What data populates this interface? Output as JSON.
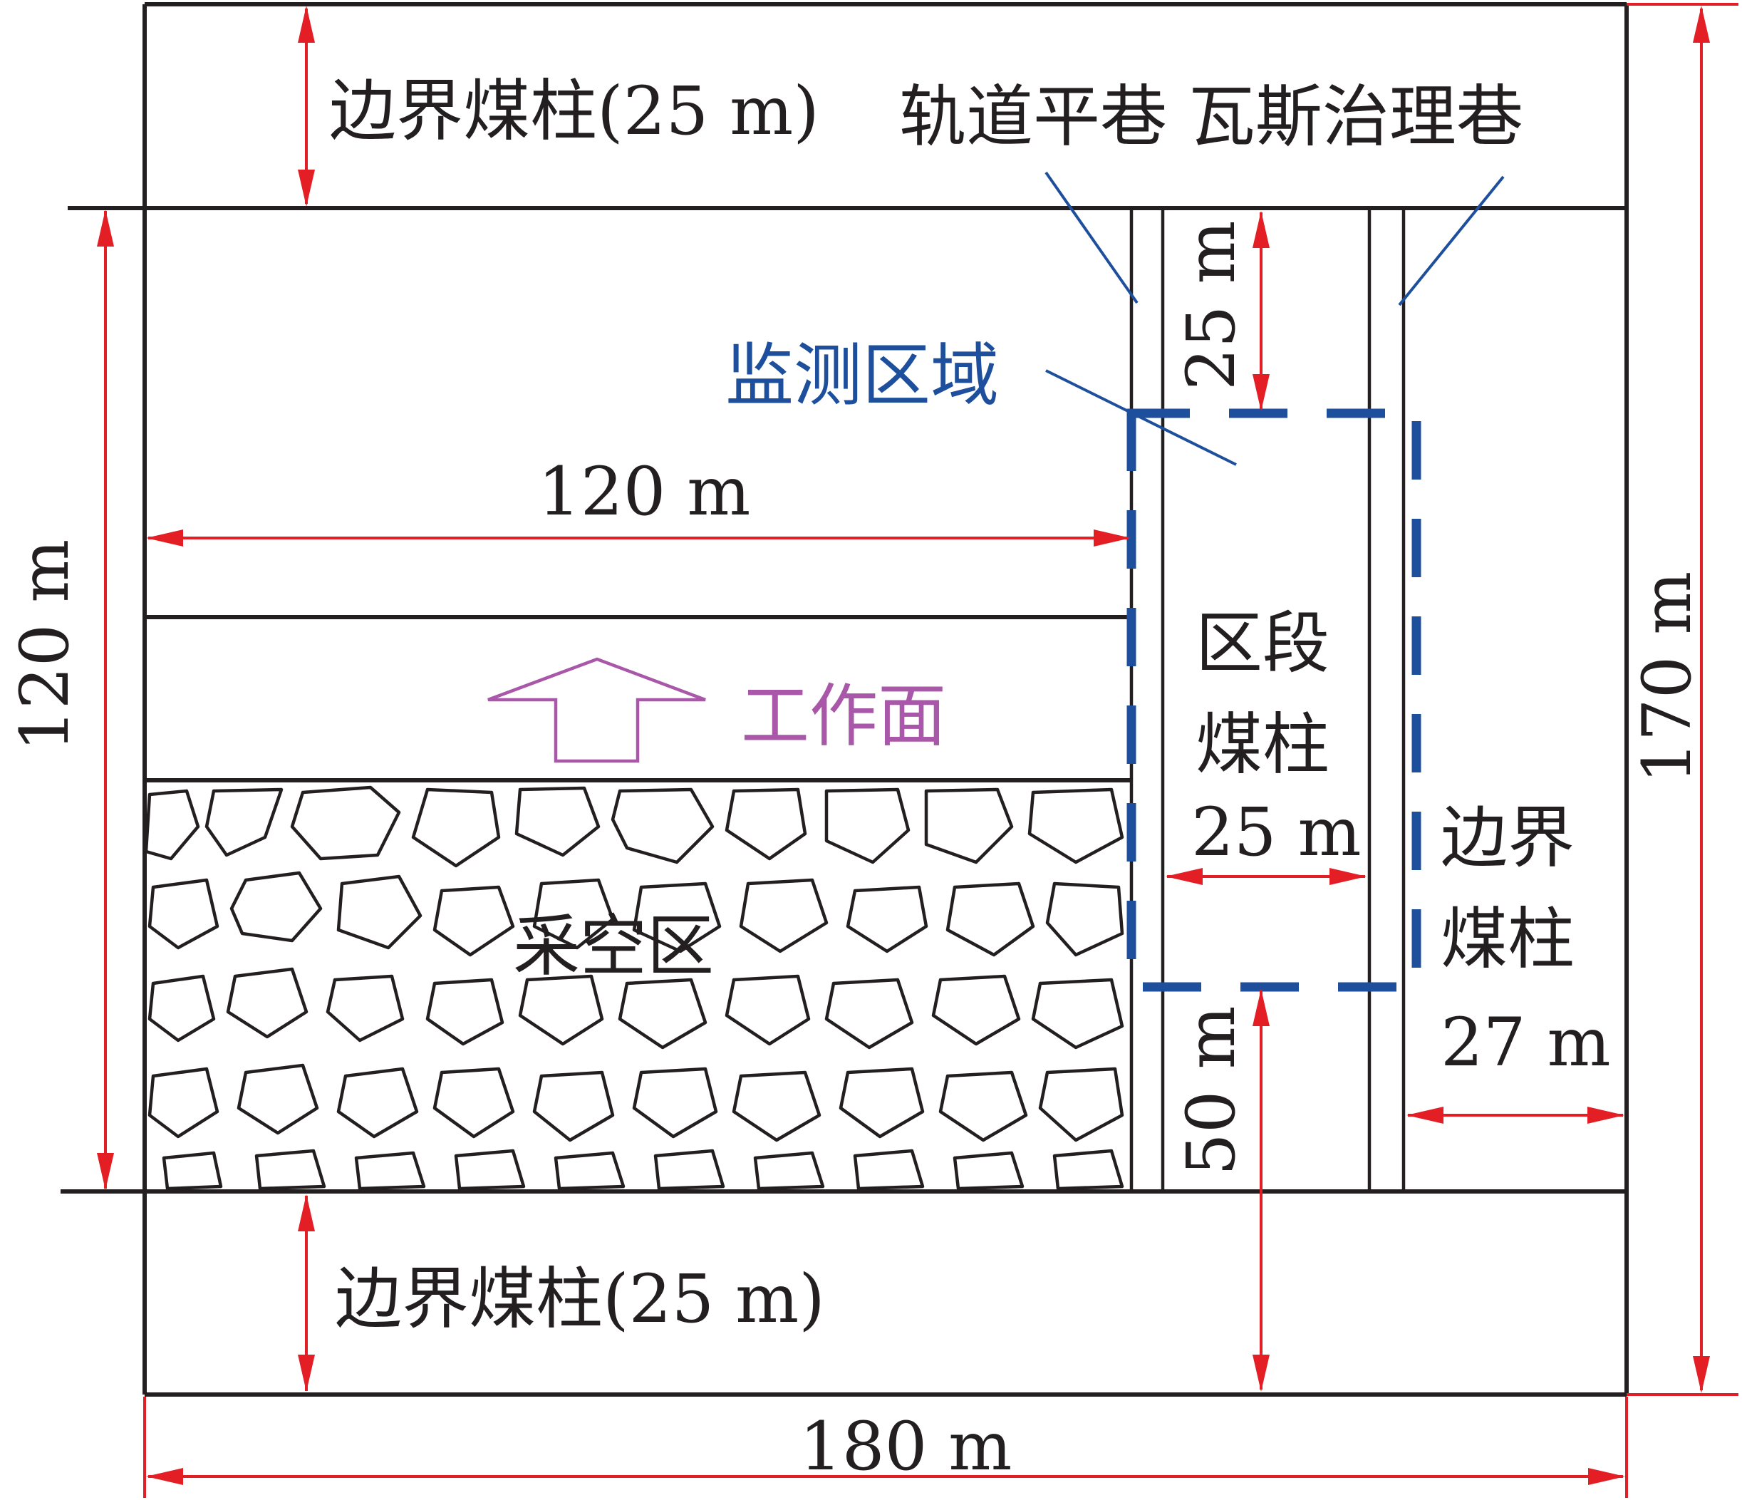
{
  "labels": {
    "top_boundary_pillar": "边界煤柱(25 m)",
    "bottom_boundary_pillar": "边界煤柱(25 m)",
    "track_roadway_gas_roadway": "轨道平巷 瓦斯治理巷",
    "monitoring_area": "监测区域",
    "working_face": "工作面",
    "goaf": "采空区",
    "section_pillar_line1": "区段",
    "section_pillar_line2": "煤柱",
    "section_pillar_width": "25 m",
    "right_boundary_pillar_line1": "边界",
    "right_boundary_pillar_line2": "煤柱",
    "right_boundary_pillar_width": "27 m"
  },
  "dimensions": {
    "panel_width": "120 m",
    "panel_length_left": "120 m",
    "total_height_right": "170 m",
    "total_width_bottom": "180 m",
    "monitor_top_offset": "25 m",
    "monitor_bottom_offset": "50 m"
  },
  "colors": {
    "outline": "#231f20",
    "dimension": "#e31e24",
    "monitoring": "#1d4f9c",
    "working_face": "#a957a8"
  }
}
